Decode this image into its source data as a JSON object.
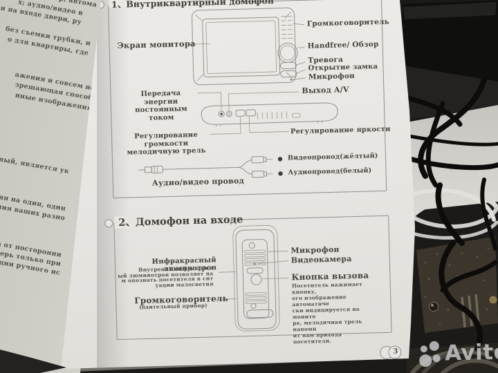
{
  "colors": {
    "paper": "#e9e6e2",
    "ink": "#45433d",
    "diagram_line": "#8f8f8d",
    "photo_background": "#1b1a18",
    "watermark_gray": "#c7c7c7"
  },
  "left_page": {
    "fragments": [
      "р; автома",
      "х; аудио/видео в",
      "он на входе двери, ру",
      "без съемки трубки, и",
      "о  для квартиры, где",
      "ажения и совсем нов",
      "зрешающая способн",
      "нные изображения",
      "расный, является ук",
      "дин на один, один",
      "вания  ваших разно",
      "ова от посторонни",
      "дверь только при",
      "нкции ручного ис"
    ]
  },
  "section1": {
    "title": "1、Внутриквартирный домофон",
    "monitor": {
      "screen": "Экран монитора",
      "speaker": "Громкоговоритель",
      "handsfree": "Handfree/ Обзор",
      "alarm": "Тревога",
      "unlock": "Открытие замка",
      "mic": "Микрофон"
    },
    "side": {
      "dc_line1": "Передача энергии",
      "dc_line2": "постоянным током",
      "av_out": "Выход A/V",
      "volume_line1": "Регулирование громкости",
      "volume_line2": "мелодичную трель",
      "brightness": "Регулирование яркости"
    },
    "cable": {
      "caption": "Аудио/видео провод",
      "video": "Видеопровод(жёлтый)",
      "audio": "Аудиопровод(белый)"
    }
  },
  "section2": {
    "title": "2、Домофон на входе",
    "labels": {
      "ir": "Инфракрасный люминотрон",
      "mic": "Микрофон",
      "camera": "Видеокамера",
      "call": "Кнопка вызова",
      "speaker": "Громкоговоритель",
      "speaker_sub": "(бдительный прибор)"
    },
    "ir_desc": [
      "Внутрений инфракрасн",
      "ый люминотрон позволяет на",
      "м опознать посетителя в сит",
      "уации малосветия"
    ],
    "call_desc": [
      "Посетитель нажимает кнопку,",
      "его изображение автоматиче",
      "ски индицируется на монито",
      "ре, мелодичная трель напомн",
      "ит вам прихода посетителя."
    ]
  },
  "footer": {
    "page_number": "3"
  },
  "watermark": {
    "text": "Avito"
  }
}
